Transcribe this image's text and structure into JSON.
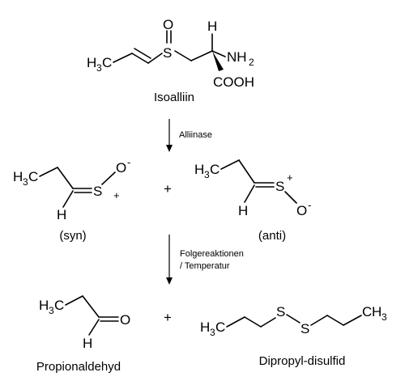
{
  "diagram": {
    "top_molecule_name": "Isoalliin",
    "step1_label": "Alliinase",
    "step2_label_line1": "Folgereaktionen",
    "step2_label_line2": "/ Temperatur",
    "syn_label": "(syn)",
    "anti_label": "(anti)",
    "product1_name": "Propionaldehyd",
    "product2_name": "Dipropyl-disulfid",
    "plus_sign": "+",
    "atoms": {
      "carbon": "C",
      "hydrogen": "H",
      "h3": "3",
      "sulfur": "S",
      "oxygen": "O",
      "nh2_n": "NH",
      "nh2_2": "2",
      "cooh": "COOH",
      "plus": "+",
      "minus": "-"
    }
  }
}
